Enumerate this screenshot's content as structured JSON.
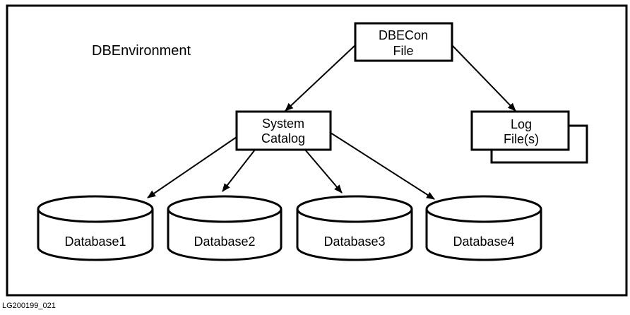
{
  "environment": {
    "label": "DBEnvironment"
  },
  "nodes": {
    "dbecon": {
      "line1": "DBECon",
      "line2": "File"
    },
    "system_catalog": {
      "line1": "System",
      "line2": "Catalog"
    },
    "log": {
      "line1": "Log",
      "line2": "File(s)"
    },
    "databases": [
      {
        "label": "Database1"
      },
      {
        "label": "Database2"
      },
      {
        "label": "Database3"
      },
      {
        "label": "Database4"
      }
    ]
  },
  "edges": [
    {
      "from": "DBECon File",
      "to": "System Catalog"
    },
    {
      "from": "DBECon File",
      "to": "Log File(s)"
    },
    {
      "from": "System Catalog",
      "to": "Database1"
    },
    {
      "from": "System Catalog",
      "to": "Database2"
    },
    {
      "from": "System Catalog",
      "to": "Database3"
    },
    {
      "from": "System Catalog",
      "to": "Database4"
    }
  ],
  "figure_id": "LG200199_021",
  "colors": {
    "stroke": "#000000",
    "background": "#ffffff"
  }
}
